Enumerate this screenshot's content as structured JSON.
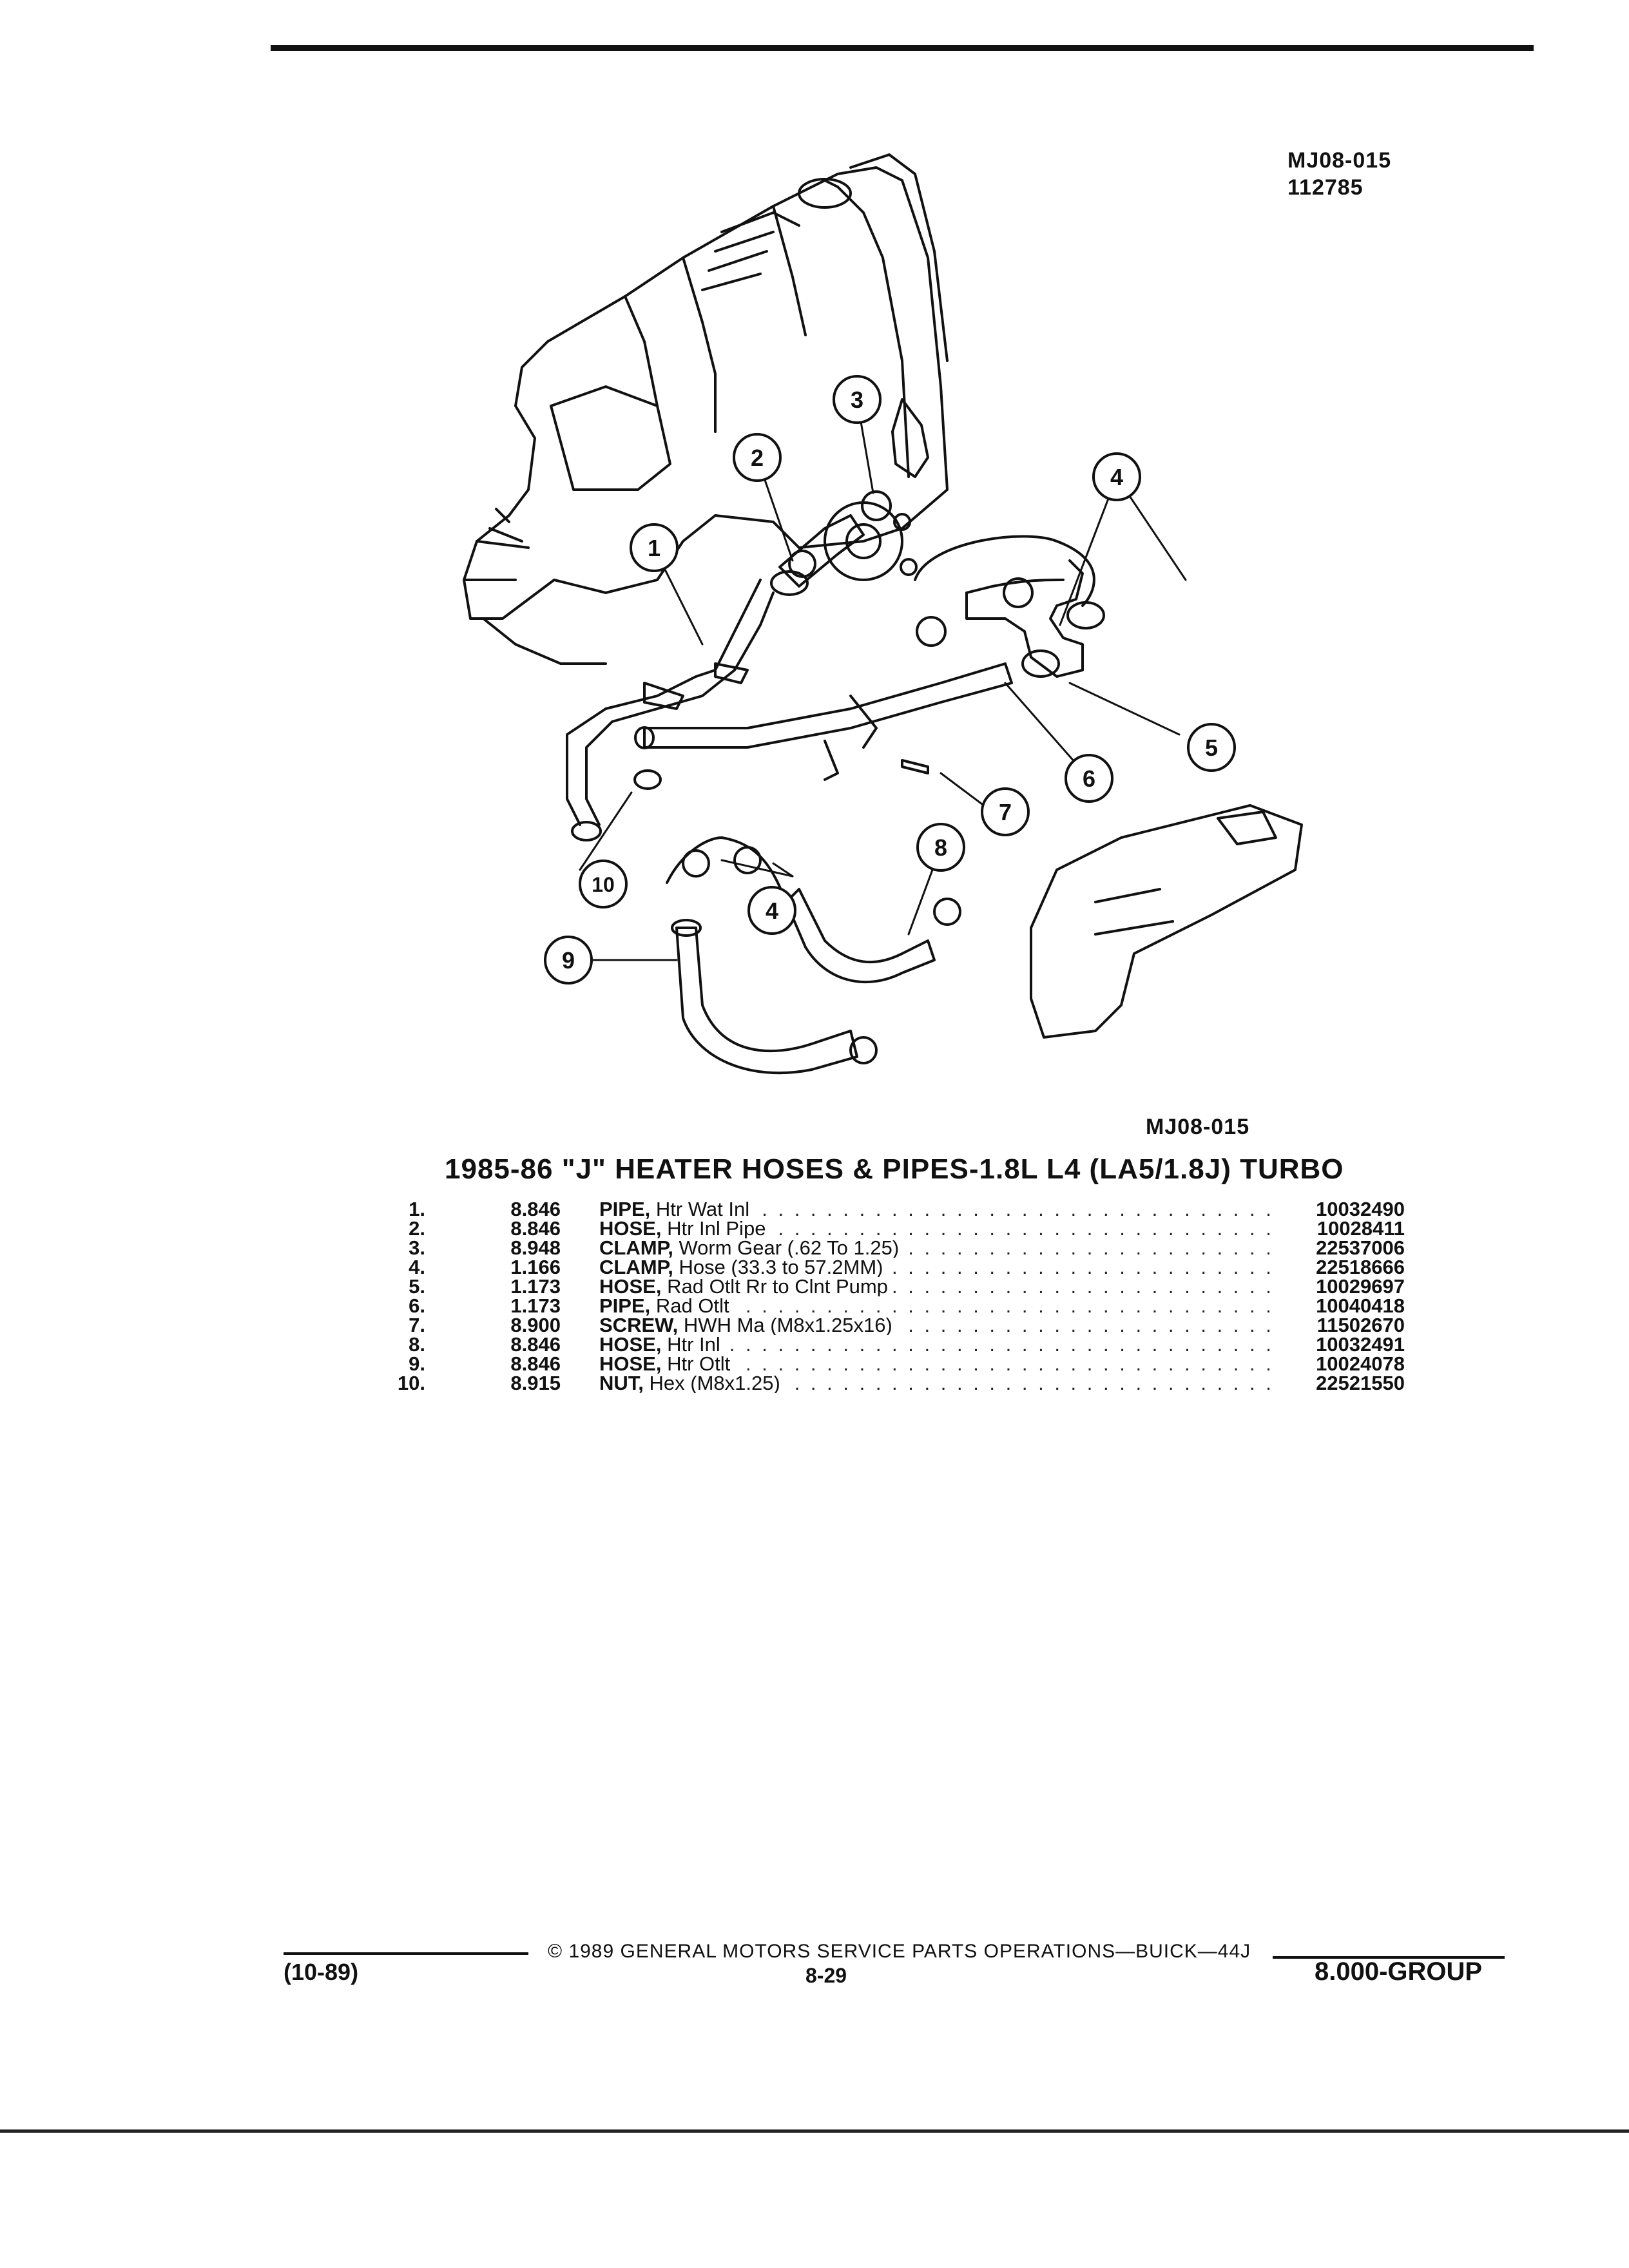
{
  "header": {
    "illustration_code": "MJ08-015",
    "date_code": "112785"
  },
  "diagram": {
    "caption_code": "MJ08-015",
    "callouts": [
      "1",
      "2",
      "3",
      "4",
      "4",
      "5",
      "6",
      "7",
      "8",
      "9",
      "10"
    ]
  },
  "title": "1985-86 \"J\" HEATER HOSES & PIPES-1.8L L4 (LA5/1.8J) TURBO",
  "parts": [
    {
      "num": "1.",
      "group": "8.846",
      "name": "PIPE,",
      "desc": "Htr Wat Inl",
      "part_no": "10032490"
    },
    {
      "num": "2.",
      "group": "8.846",
      "name": "HOSE,",
      "desc": "Htr Inl Pipe",
      "part_no": "10028411"
    },
    {
      "num": "3.",
      "group": "8.948",
      "name": "CLAMP,",
      "desc": "Worm Gear (.62 To 1.25)",
      "part_no": "22537006"
    },
    {
      "num": "4.",
      "group": "1.166",
      "name": "CLAMP,",
      "desc": "Hose (33.3 to 57.2MM)",
      "part_no": "22518666"
    },
    {
      "num": "5.",
      "group": "1.173",
      "name": "HOSE,",
      "desc": "Rad Otlt Rr to Clnt Pump",
      "part_no": "10029697"
    },
    {
      "num": "6.",
      "group": "1.173",
      "name": "PIPE,",
      "desc": "Rad Otlt",
      "part_no": "10040418"
    },
    {
      "num": "7.",
      "group": "8.900",
      "name": "SCREW,",
      "desc": "HWH Ma (M8x1.25x16)",
      "part_no": "11502670"
    },
    {
      "num": "8.",
      "group": "8.846",
      "name": "HOSE,",
      "desc": "Htr Inl",
      "part_no": "10032491"
    },
    {
      "num": "9.",
      "group": "8.846",
      "name": "HOSE,",
      "desc": "Htr Otlt",
      "part_no": "10024078"
    },
    {
      "num": "10.",
      "group": "8.915",
      "name": "NUT,",
      "desc": "Hex (M8x1.25)",
      "part_no": "22521550"
    }
  ],
  "footer": {
    "copyright": "© 1989 GENERAL MOTORS SERVICE PARTS OPERATIONS—BUICK—44J",
    "date": "(10-89)",
    "page": "8-29",
    "group": "8.000-GROUP"
  }
}
